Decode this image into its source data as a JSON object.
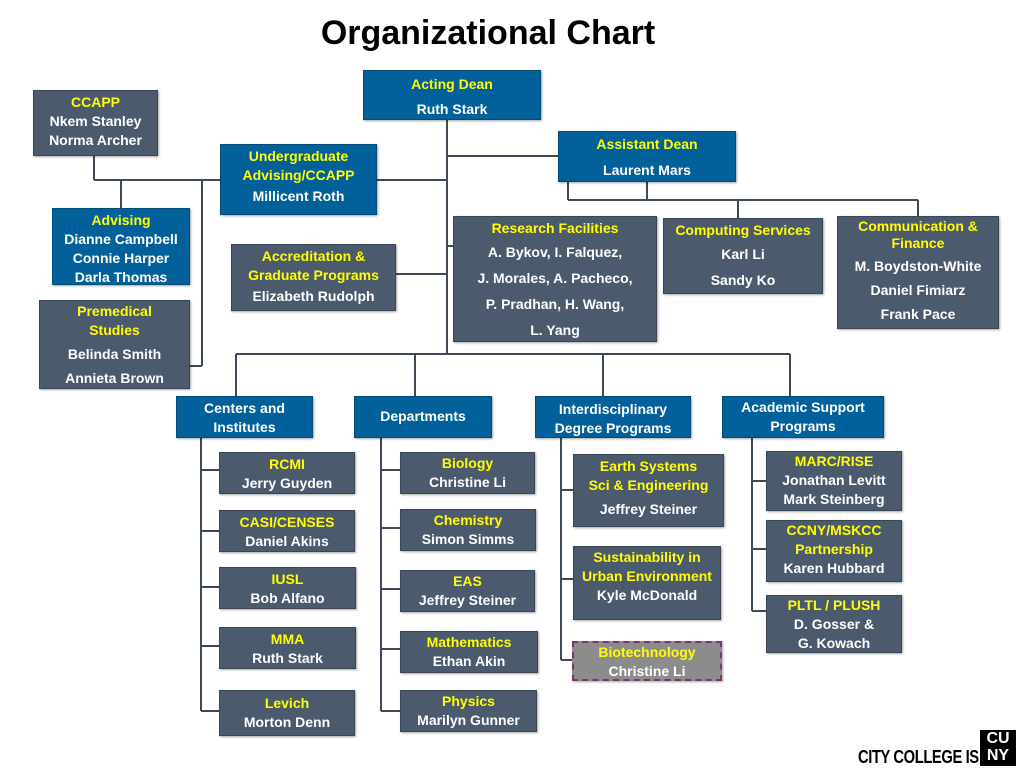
{
  "title": "Organizational Chart",
  "colors": {
    "blue": "#02609a",
    "gray": "#4c5a6d",
    "title_yellow": "#ffff00",
    "dashed_border": "#80316f"
  },
  "boxes": {
    "acting_dean": {
      "title": "Acting Dean",
      "names": "Ruth Stark"
    },
    "ccapp": {
      "title": "CCAPP",
      "names": "Nkem Stanley\nNorma Archer"
    },
    "undergrad": {
      "title": "Undergraduate\nAdvising/CCAPP",
      "names": "Millicent Roth"
    },
    "assistant_dean": {
      "title": "Assistant Dean",
      "names": "Laurent Mars"
    },
    "advising": {
      "title": "Advising",
      "names": "Dianne Campbell\nConnie Harper\nDarla Thomas"
    },
    "accreditation": {
      "title": "Accreditation &\nGraduate Programs",
      "names": "Elizabeth Rudolph"
    },
    "research": {
      "title": "Research Facilities",
      "names": "A. Bykov, I. Falquez,\nJ. Morales, A. Pacheco,\nP. Pradhan, H. Wang,\nL. Yang"
    },
    "computing": {
      "title": "Computing Services",
      "names": "Karl Li\nSandy Ko"
    },
    "communication": {
      "title": "Communication &\nFinance",
      "names": "M. Boydston-White\nDaniel Fimiarz\nFrank Pace"
    },
    "premedical": {
      "title": "Premedical\nStudies",
      "names": "Belinda Smith\nAnnieta Brown"
    },
    "centers": {
      "title": "Centers and\nInstitutes"
    },
    "departments": {
      "title": "Departments"
    },
    "interdisciplinary": {
      "title": "Interdisciplinary\nDegree Programs"
    },
    "academic_support": {
      "title": "Academic Support\nPrograms"
    },
    "rcmi": {
      "title": "RCMI",
      "names": "Jerry Guyden"
    },
    "casi": {
      "title": "CASI/CENSES",
      "names": "Daniel Akins"
    },
    "iusl": {
      "title": "IUSL",
      "names": "Bob Alfano"
    },
    "mma": {
      "title": "MMA",
      "names": "Ruth Stark"
    },
    "levich": {
      "title": "Levich",
      "names": "Morton Denn"
    },
    "biology": {
      "title": "Biology",
      "names": "Christine Li"
    },
    "chemistry": {
      "title": "Chemistry",
      "names": "Simon Simms"
    },
    "eas": {
      "title": "EAS",
      "names": "Jeffrey Steiner"
    },
    "mathematics": {
      "title": "Mathematics",
      "names": "Ethan Akin"
    },
    "physics": {
      "title": "Physics",
      "names": "Marilyn Gunner"
    },
    "earth": {
      "title": "Earth Systems\nSci & Engineering",
      "names": "Jeffrey Steiner"
    },
    "sustainability": {
      "title": "Sustainability in\nUrban Environment",
      "names": "Kyle McDonald"
    },
    "biotech": {
      "title": "Biotechnology",
      "names": "Christine Li"
    },
    "marc": {
      "title": "MARC/RISE",
      "names": "Jonathan Levitt\nMark Steinberg"
    },
    "ccny_mskcc": {
      "title": "CCNY/MSKCC\nPartnership",
      "names": "Karen Hubbard"
    },
    "pltl": {
      "title": "PLTL / PLUSH",
      "names": "D. Gosser &\nG. Kowach"
    }
  },
  "logo": {
    "text": "CITY COLLEGE IS",
    "mark_top": "CU",
    "mark_bottom": "NY"
  }
}
